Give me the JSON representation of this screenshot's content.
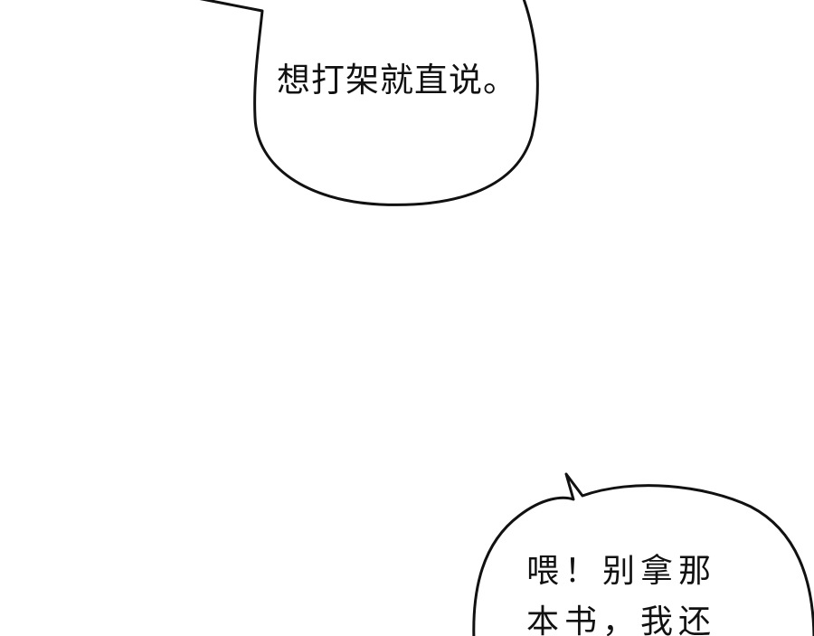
{
  "bubbles": {
    "top": {
      "text": "想打架就直说。"
    },
    "bottom": {
      "line1": "喂！别拿那",
      "line2": "本书，我还"
    }
  }
}
